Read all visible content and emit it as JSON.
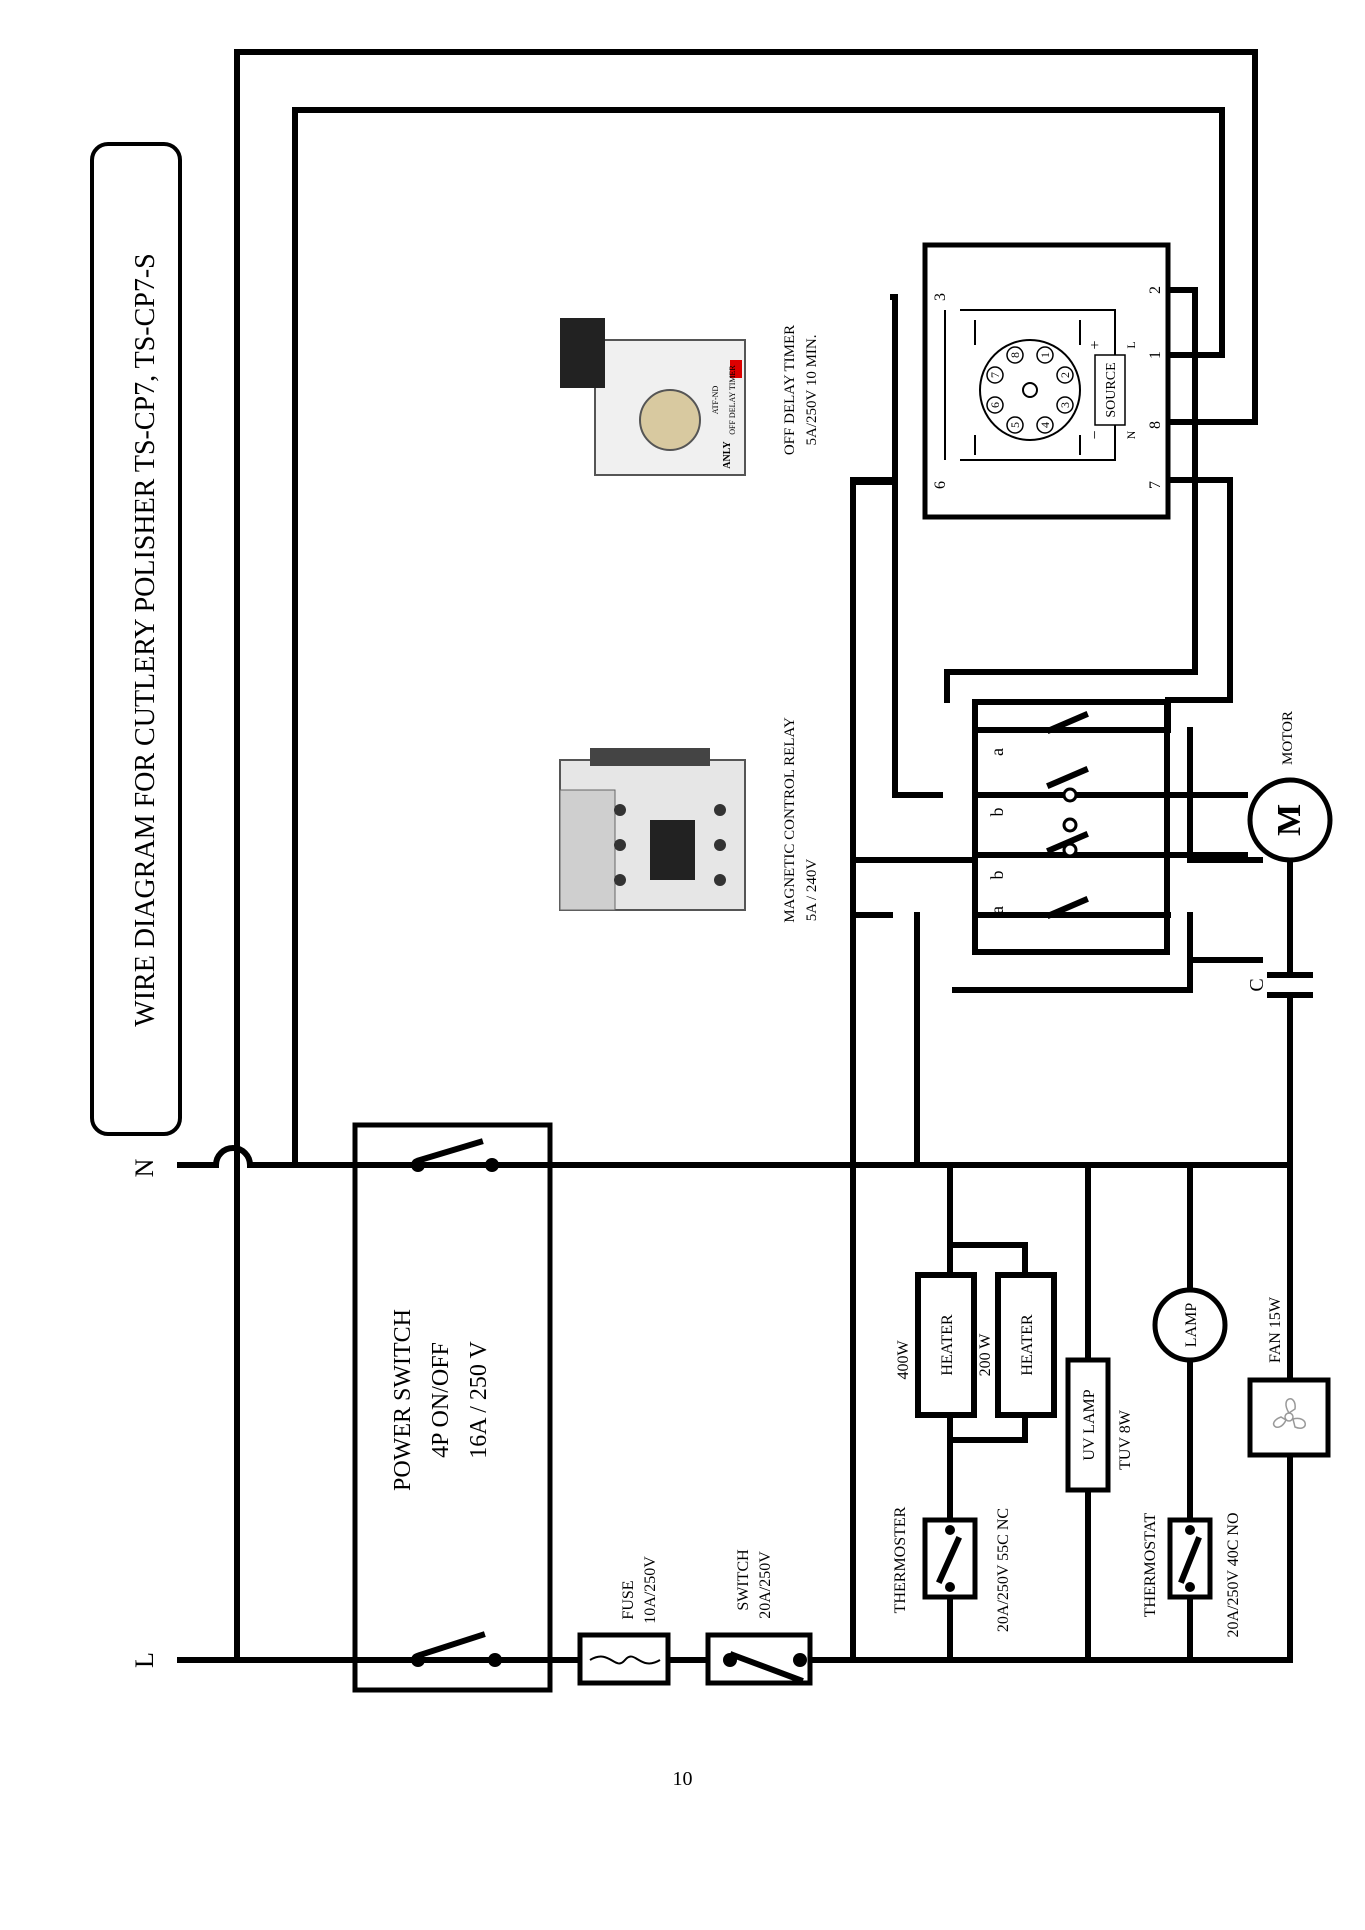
{
  "title": "WIRE DIAGRAM FOR CUTLERY POLISHER TS-CP7, TS-CP7-S",
  "lines": {
    "neutral": "N",
    "live": "L"
  },
  "power_switch": {
    "line1": "POWER SWITCH",
    "line2": "4P ON/OFF",
    "line3": "16A / 250 V"
  },
  "fuse": {
    "name": "FUSE",
    "rating": "10A/250V"
  },
  "switch": {
    "name": "SWITCH",
    "rating": "20A/250V"
  },
  "thermoster": {
    "name": "THERMOSTER",
    "rating": "20A/250V 55C NC"
  },
  "heater_1": {
    "label": "HEATER",
    "power": "400W"
  },
  "heater_2": {
    "label": "HEATER",
    "power": "200 W"
  },
  "uv_lamp": {
    "label": "UV LAMP",
    "power": "TUV 8W"
  },
  "lamp": {
    "label": "LAMP"
  },
  "thermostat": {
    "name": "THERMOSTAT",
    "rating": "20A/250V 40C NO"
  },
  "fan": {
    "label": "FAN 15W"
  },
  "motor": {
    "symbol": "M",
    "label": "MOTOR"
  },
  "capacitor": {
    "label": "C"
  },
  "relay": {
    "name": "MAGNETIC CONTROL RELAY",
    "rating": "5A / 240V",
    "contacts": [
      "a",
      "b",
      "b",
      "a"
    ]
  },
  "timer": {
    "name": "OFF DELAY TIMER",
    "rating": "5A/250V 10 MIN.",
    "pins": [
      "3",
      "2",
      "1",
      "8",
      "7",
      "6"
    ],
    "socket_pins": [
      "1",
      "2",
      "3",
      "4",
      "5",
      "6",
      "7",
      "8"
    ],
    "source": "SOURCE",
    "plus": "+",
    "minus": "−",
    "pin_l": "L",
    "pin_n": "N",
    "photo_brand": "ANLY",
    "photo_text": "OFF DELAY TIMER",
    "photo_model": "ATF-ND"
  },
  "page_number": "10"
}
